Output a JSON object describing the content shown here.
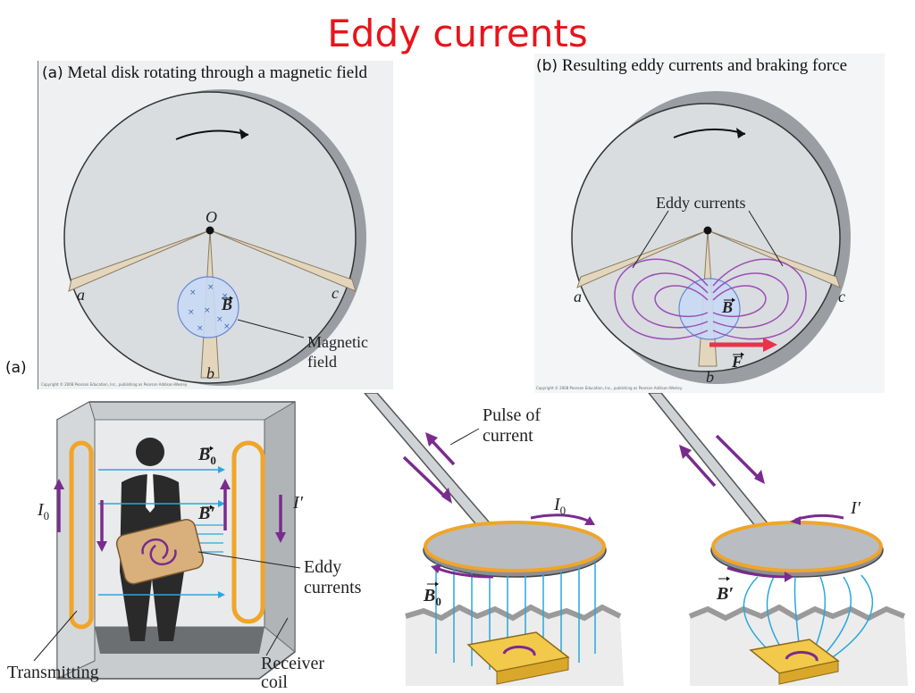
{
  "slide": {
    "title": "Eddy currents"
  },
  "panel_a": {
    "heading_tag": "(a)",
    "heading_text": "Metal disk rotating through a magnetic field",
    "label_o": "O",
    "label_a": "a",
    "label_b": "b",
    "label_c": "c",
    "label_field_vec": "B",
    "callout_magnetic": "Magnetic",
    "callout_field": "field",
    "copyright": "Copyright © 2008 Pearson Education, Inc., publishing as Pearson Addison-Wesley."
  },
  "panel_b": {
    "heading_tag": "(b)",
    "heading_text": "Resulting eddy currents and braking force",
    "label_eddy": "Eddy currents",
    "label_a": "a",
    "label_b": "b",
    "label_c": "c",
    "label_field_vec": "B",
    "label_force_vec": "F",
    "copyright": "Copyright © 2008 Pearson Education, Inc., publishing as Pearson Addison-Wesley."
  },
  "lower": {
    "side_label": "(a)",
    "detector": {
      "label_b0": "B",
      "label_b0_sub": "0",
      "label_bprime": "B′",
      "label_i0": "I",
      "label_i0_sub": "0",
      "label_iprime": "I′",
      "eddy_line1": "Eddy",
      "eddy_line2": "currents",
      "transmitting": "Transmitting",
      "receiver_line1": "Receiver",
      "receiver_line2": "coil"
    },
    "metal_detector": {
      "pulse_line1": "Pulse of",
      "pulse_line2": "current",
      "label_i0": "I",
      "label_i0_sub": "0",
      "label_b0": "B",
      "label_b0_sub": "0",
      "label_iprime": "I′",
      "label_bprime": "B′"
    }
  },
  "colors": {
    "title": "#e8141b",
    "disk": "#d9dde0",
    "sector": "#e3d6bd",
    "field": "#c9daf5",
    "eddy": "#9b4fb5",
    "force": "#e8334a",
    "field_lines": "#2aa7dc",
    "coil": "#f0a52a",
    "current_arrow": "#7a2b8e"
  }
}
